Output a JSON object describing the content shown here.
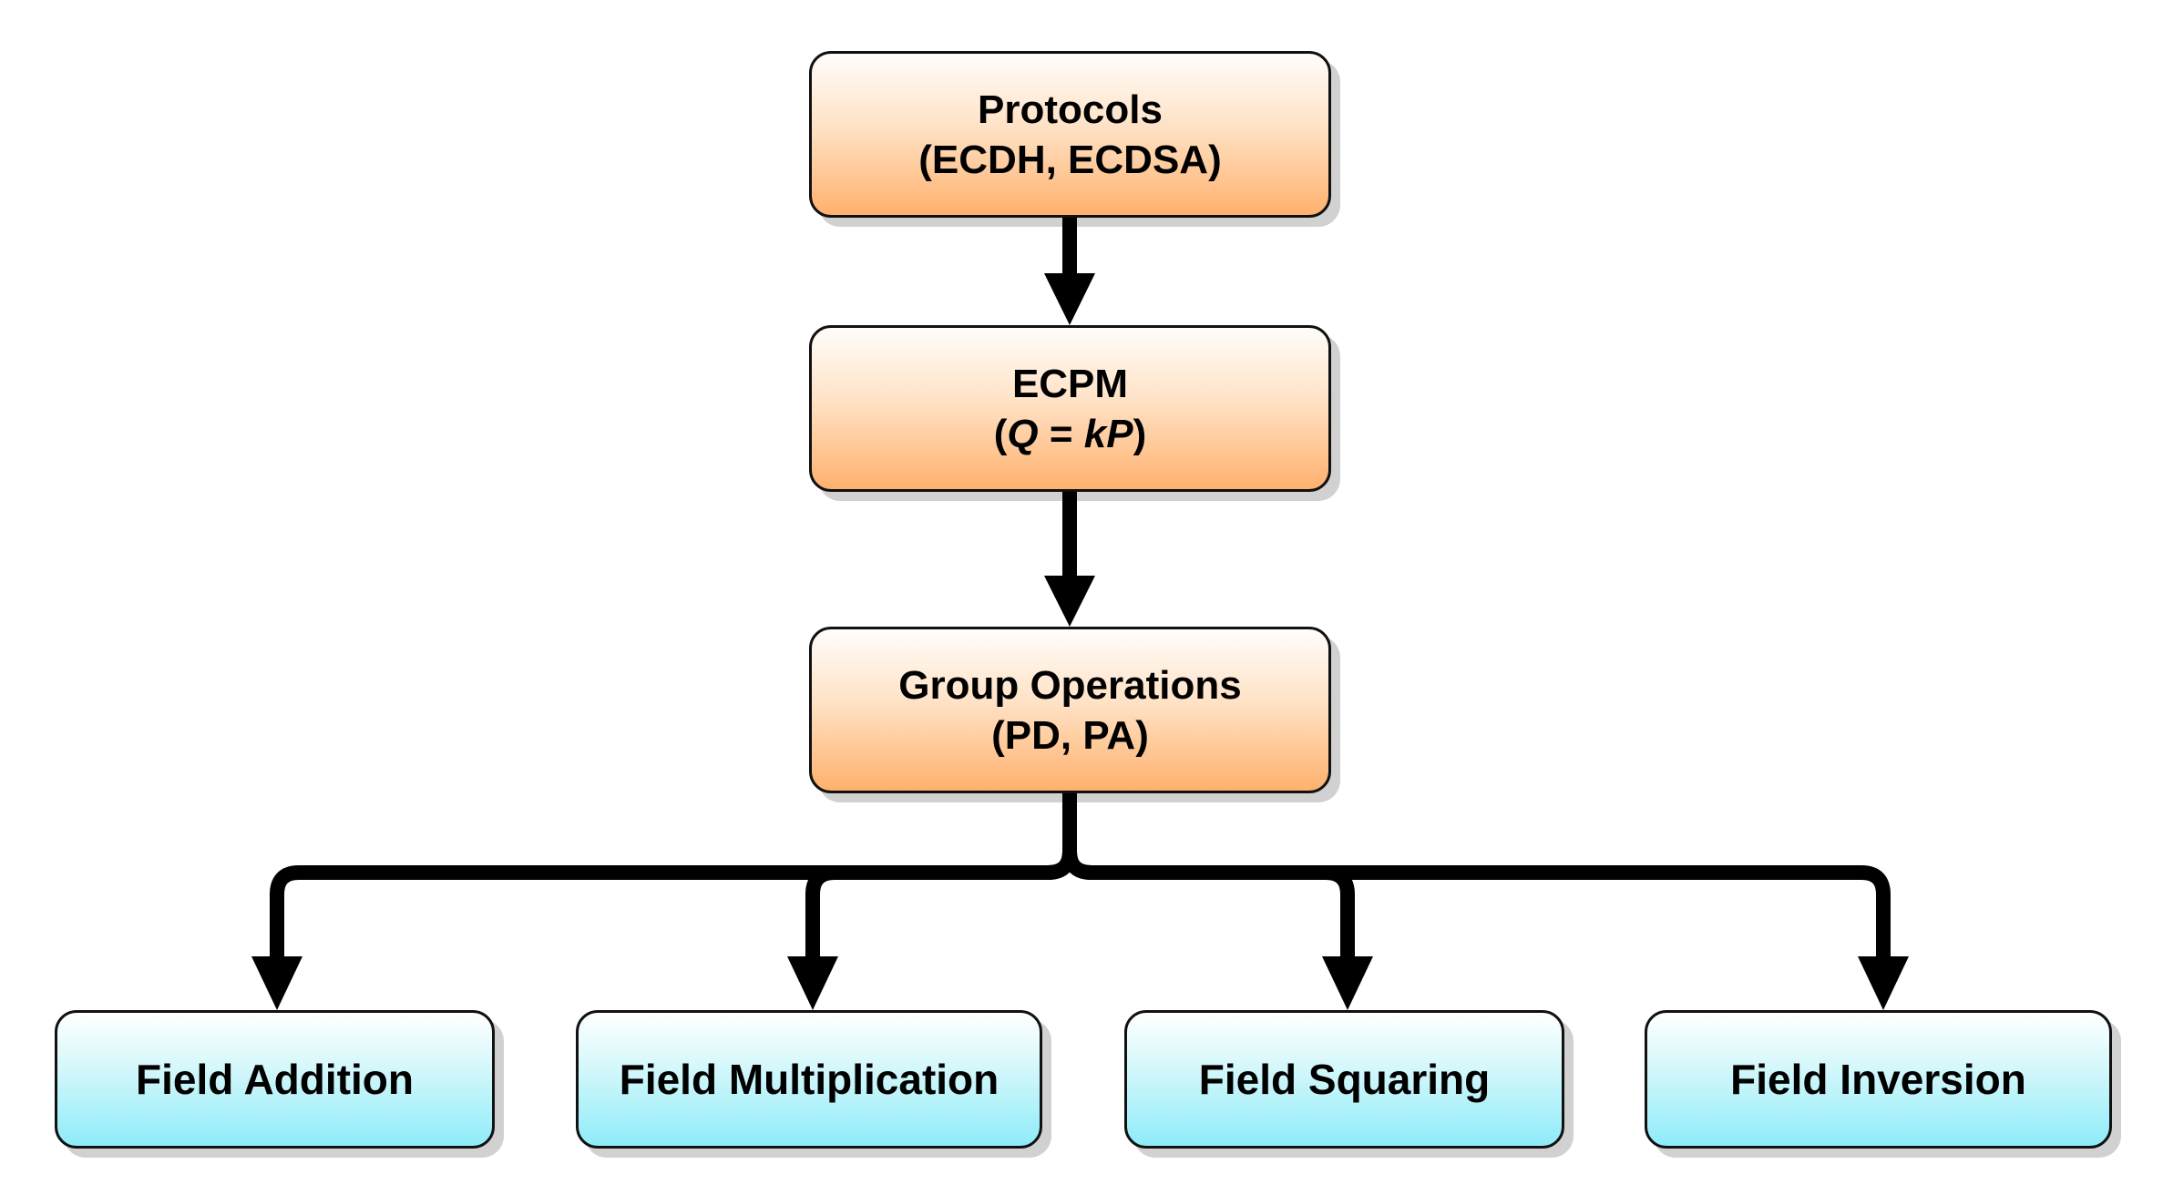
{
  "nodes": {
    "protocols": {
      "line1": "Protocols",
      "line2": "(ECDH, ECDSA)"
    },
    "ecpm": {
      "line1": "ECPM",
      "line2_open": "(",
      "line2_q": "Q",
      "line2_eq": " = ",
      "line2_kp": "kP",
      "line2_close": ")"
    },
    "group_operations": {
      "line1": "Group Operations",
      "line2": "(PD, PA)"
    },
    "field_addition": {
      "label": "Field Addition"
    },
    "field_multiplication": {
      "label": "Field Multiplication"
    },
    "field_squaring": {
      "label": "Field Squaring"
    },
    "field_inversion": {
      "label": "Field Inversion"
    }
  },
  "colors": {
    "top_nodes_fill": "#ffb16d",
    "bottom_nodes_fill": "#8eecf9",
    "connector": "#000000",
    "border": "#111111"
  }
}
